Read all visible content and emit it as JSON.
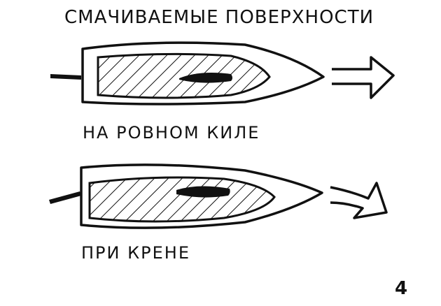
{
  "title": "СМАЧИВАЕМЫЕ ПОВЕРХНОСТИ",
  "label_level_keel": "НА РОВНОМ КИЛЕ",
  "label_heel": "ПРИ КРЕНЕ",
  "page_number": "4",
  "colors": {
    "ink": "#111111",
    "paper": "#ffffff"
  }
}
